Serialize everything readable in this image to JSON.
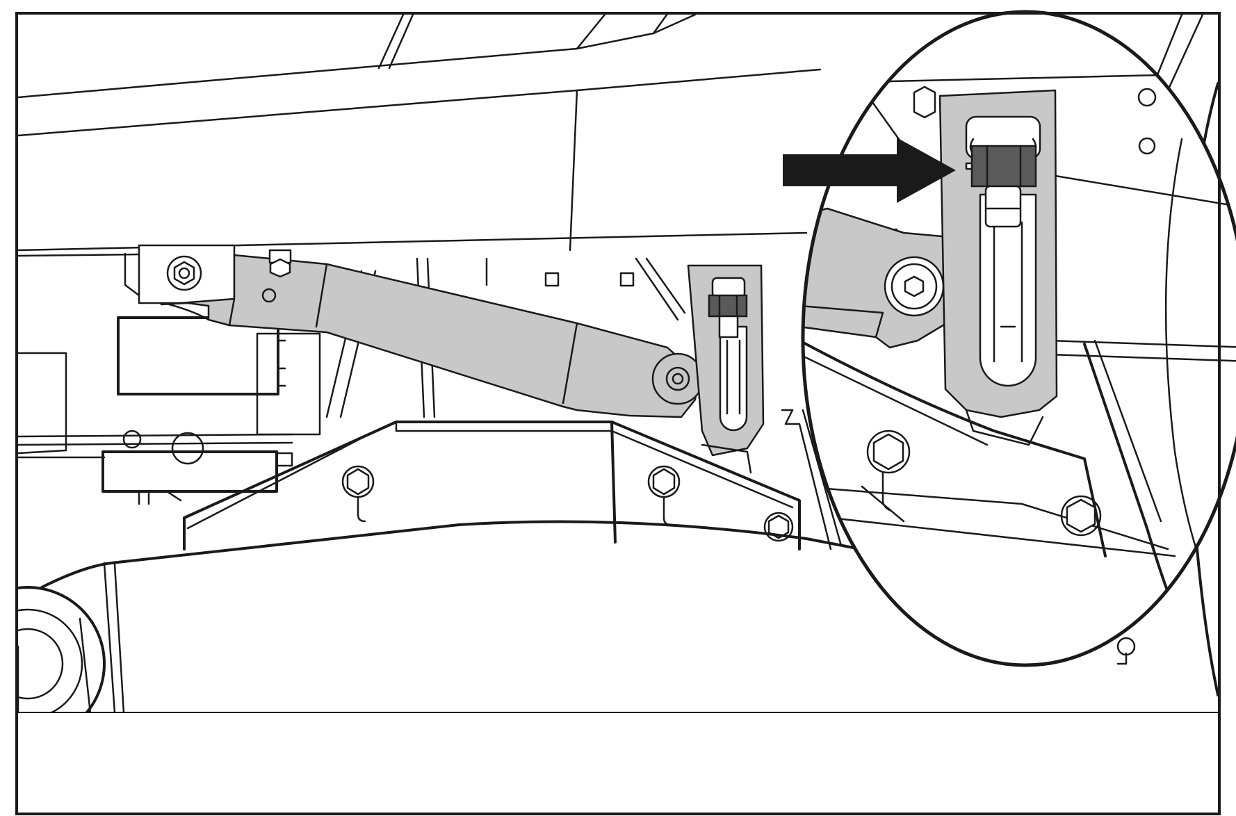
{
  "figure": {
    "background": "#ffffff",
    "line_color": "#1a1a1a",
    "part_fill_color": "#c8c8c8",
    "nut_fill_color": "#5a5a5a",
    "components": [
      "actuator-cylinder",
      "slotted-bracket",
      "jam-nut",
      "detail-magnifier-callout",
      "indicator-arrow"
    ]
  }
}
